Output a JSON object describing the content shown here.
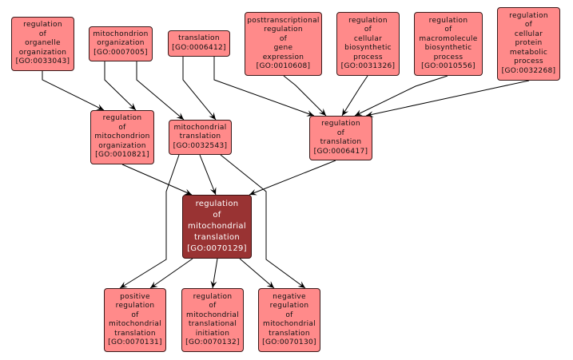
{
  "diagram": {
    "title": "GO term ancestry graph for regulation of mitochondrial translation",
    "colors": {
      "node_fill": "#ff8a8a",
      "focus_fill": "#993333",
      "node_border": "#3a1a1a",
      "edge": "#000000"
    },
    "nodes": [
      {
        "id": "GO0033043",
        "lines": [
          "regulation",
          "of",
          "organelle",
          "organization"
        ],
        "go_id": "[GO:0033043]",
        "focus": false
      },
      {
        "id": "GO0007005",
        "lines": [
          "mitochondrion",
          "organization"
        ],
        "go_id": "[GO:0007005]",
        "focus": false
      },
      {
        "id": "GO0006412",
        "lines": [
          "translation"
        ],
        "go_id": "[GO:0006412]",
        "focus": false
      },
      {
        "id": "GO0010608",
        "lines": [
          "posttranscriptional",
          "regulation",
          "of",
          "gene",
          "expression"
        ],
        "go_id": "[GO:0010608]",
        "focus": false
      },
      {
        "id": "GO0031326",
        "lines": [
          "regulation",
          "of",
          "cellular",
          "biosynthetic",
          "process"
        ],
        "go_id": "[GO:0031326]",
        "focus": false
      },
      {
        "id": "GO0010556",
        "lines": [
          "regulation",
          "of",
          "macromolecule",
          "biosynthetic",
          "process"
        ],
        "go_id": "[GO:0010556]",
        "focus": false
      },
      {
        "id": "GO0032268",
        "lines": [
          "regulation",
          "of",
          "cellular",
          "protein",
          "metabolic",
          "process"
        ],
        "go_id": "[GO:0032268]",
        "focus": false
      },
      {
        "id": "GO0010821",
        "lines": [
          "regulation",
          "of",
          "mitochondrion",
          "organization"
        ],
        "go_id": "[GO:0010821]",
        "focus": false
      },
      {
        "id": "GO0032543",
        "lines": [
          "mitochondrial",
          "translation"
        ],
        "go_id": "[GO:0032543]",
        "focus": false
      },
      {
        "id": "GO0006417",
        "lines": [
          "regulation",
          "of",
          "translation"
        ],
        "go_id": "[GO:0006417]",
        "focus": false
      },
      {
        "id": "GO0070129",
        "lines": [
          "regulation",
          "of",
          "mitochondrial",
          "translation"
        ],
        "go_id": "[GO:0070129]",
        "focus": true
      },
      {
        "id": "GO0070131",
        "lines": [
          "positive",
          "regulation",
          "of",
          "mitochondrial",
          "translation"
        ],
        "go_id": "[GO:0070131]",
        "focus": false
      },
      {
        "id": "GO0070132",
        "lines": [
          "regulation",
          "of",
          "mitochondrial",
          "translational",
          "initiation"
        ],
        "go_id": "[GO:0070132]",
        "focus": false
      },
      {
        "id": "GO0070130",
        "lines": [
          "negative",
          "regulation",
          "of",
          "mitochondrial",
          "translation"
        ],
        "go_id": "[GO:0070130]",
        "focus": false
      }
    ],
    "edges": [
      {
        "from": "GO0033043",
        "to": "GO0010821"
      },
      {
        "from": "GO0007005",
        "to": "GO0010821"
      },
      {
        "from": "GO0007005",
        "to": "GO0032543"
      },
      {
        "from": "GO0006412",
        "to": "GO0032543"
      },
      {
        "from": "GO0006412",
        "to": "GO0006417"
      },
      {
        "from": "GO0010608",
        "to": "GO0006417"
      },
      {
        "from": "GO0031326",
        "to": "GO0006417"
      },
      {
        "from": "GO0010556",
        "to": "GO0006417"
      },
      {
        "from": "GO0032268",
        "to": "GO0006417"
      },
      {
        "from": "GO0010821",
        "to": "GO0070129"
      },
      {
        "from": "GO0032543",
        "to": "GO0070129"
      },
      {
        "from": "GO0006417",
        "to": "GO0070129"
      },
      {
        "from": "GO0032543",
        "to": "GO0070131"
      },
      {
        "from": "GO0032543",
        "to": "GO0070130"
      },
      {
        "from": "GO0070129",
        "to": "GO0070131"
      },
      {
        "from": "GO0070129",
        "to": "GO0070132"
      },
      {
        "from": "GO0070129",
        "to": "GO0070130"
      }
    ]
  }
}
